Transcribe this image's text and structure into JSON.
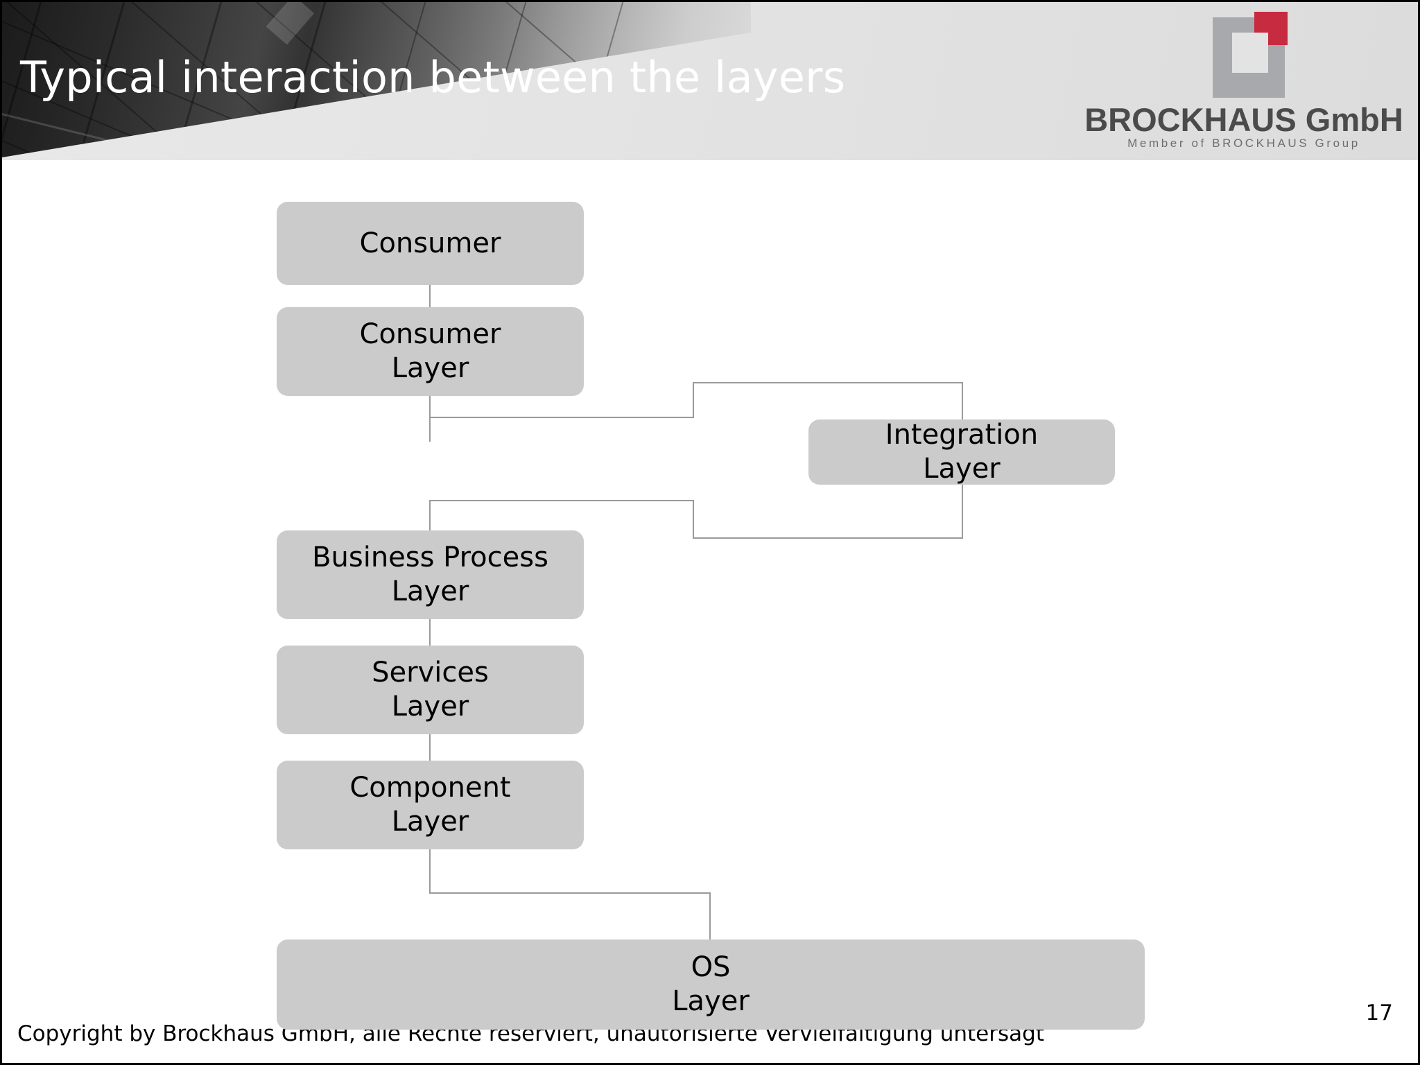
{
  "slide": {
    "title": "Typical interaction between the layers",
    "page_number": "17",
    "footer_copyright": "Copyright by Brockhaus GmbH, alle Rechte reserviert, unautorisierte Vervielfältigung untersagt"
  },
  "logo": {
    "company_name": "BROCKHAUS GmbH",
    "tagline": "Member of BROCKHAUS Group",
    "colors": {
      "grey": "#a7a9ac",
      "red": "#c62b40",
      "text": "#4b4b4b"
    }
  },
  "colors": {
    "node_fill": "#cbcbcb",
    "connector": "#9a9a9a",
    "header_background": "#e4e4e4",
    "title_text": "#ffffff",
    "page_background": "#ffffff"
  },
  "diagram": {
    "type": "layered-architecture",
    "nodes": [
      {
        "id": "consumer",
        "label": "Consumer"
      },
      {
        "id": "consumer-layer",
        "label": "Consumer\nLayer"
      },
      {
        "id": "integration-layer",
        "label": "Integration\nLayer"
      },
      {
        "id": "business-process-layer",
        "label": "Business Process\nLayer"
      },
      {
        "id": "services-layer",
        "label": "Services\nLayer"
      },
      {
        "id": "component-layer",
        "label": "Component\nLayer"
      },
      {
        "id": "os-layer",
        "label": "OS\nLayer"
      }
    ],
    "connections": [
      {
        "from": "consumer",
        "to": "consumer-layer"
      },
      {
        "from": "consumer-layer",
        "to": "integration-layer"
      },
      {
        "from": "integration-layer",
        "to": "business-process-layer"
      },
      {
        "from": "business-process-layer",
        "to": "services-layer"
      },
      {
        "from": "services-layer",
        "to": "component-layer"
      },
      {
        "from": "component-layer",
        "to": "os-layer"
      }
    ]
  }
}
